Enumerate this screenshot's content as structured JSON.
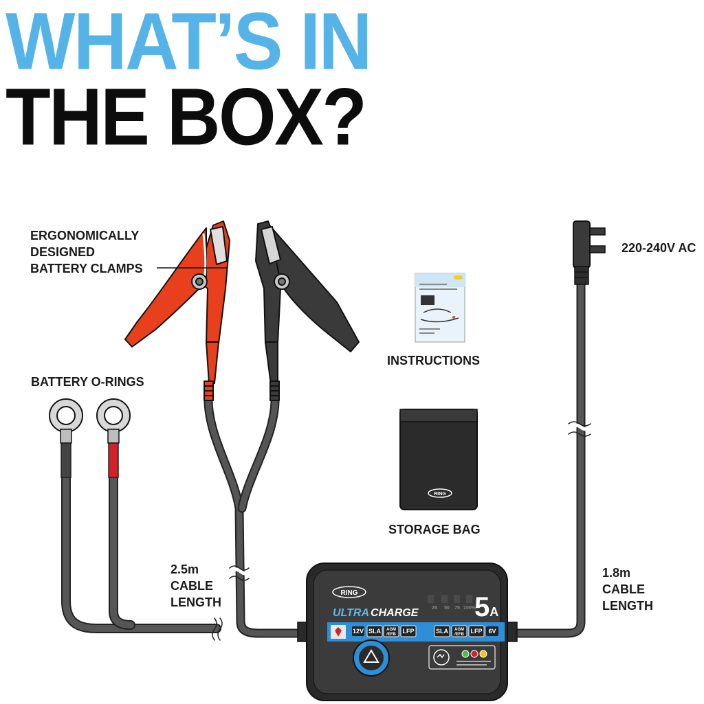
{
  "headline": {
    "line1": "WHAT’S IN",
    "line2": "THE BOX?"
  },
  "labels": {
    "clamps": [
      "ERGONOMICALLY",
      "DESIGNED",
      "BATTERY CLAMPS"
    ],
    "orings": "BATTERY O-RINGS",
    "instructions": "INSTRUCTIONS",
    "storage_bag": "STORAGE BAG",
    "ac": "220-240V AC",
    "cable_left": [
      "2.5m",
      "CABLE",
      "LENGTH"
    ],
    "cable_right": [
      "1.8m",
      "CABLE",
      "LENGTH"
    ]
  },
  "charger": {
    "brand": "RING",
    "name_ultra": "ULTRA",
    "name_charge": "CHARGE",
    "rating_num": "5",
    "rating_unit": "A",
    "mode_12v": "12V",
    "mode_sla": "SLA",
    "mode_agm_top": "AGM",
    "mode_agm_bottom": "/EFB",
    "mode_lfp": "LFP",
    "mode_6v": "6V",
    "level_25": "25",
    "level_50": "50",
    "level_75": "75",
    "level_100": "100%"
  },
  "bag_logo": "RING",
  "colors": {
    "headline_blue": "#56b3e7",
    "clamp_red": "#e8401c",
    "clamp_black": "#3a3a3a",
    "charger_blue": "#2f8fd6"
  }
}
